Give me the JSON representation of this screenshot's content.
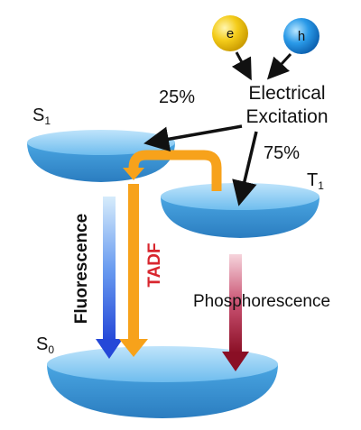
{
  "particles": {
    "electron": "e",
    "hole": "h",
    "electron_color": "#f2c400",
    "hole_color": "#1e90e6"
  },
  "excitation": {
    "line1": "Electrical",
    "line2": "Excitation",
    "singlet_fraction": "25%",
    "triplet_fraction": "75%"
  },
  "states": {
    "s1": {
      "main": "S",
      "sub": "1"
    },
    "t1": {
      "main": "T",
      "sub": "1"
    },
    "s0": {
      "main": "S",
      "sub": "0"
    }
  },
  "processes": {
    "fluorescence": "Fluorescence",
    "tadf": "TADF",
    "phosphorescence": "Phosphorescence"
  },
  "colors": {
    "level": "#5ab4ea",
    "level_dark": "#2a84c6",
    "tadf_arrow": "#f7a21b",
    "fluorescence_arrow": "#2f5fe0",
    "phosphorescence_arrow": "#a01830",
    "tadf_label": "#d8262e"
  }
}
